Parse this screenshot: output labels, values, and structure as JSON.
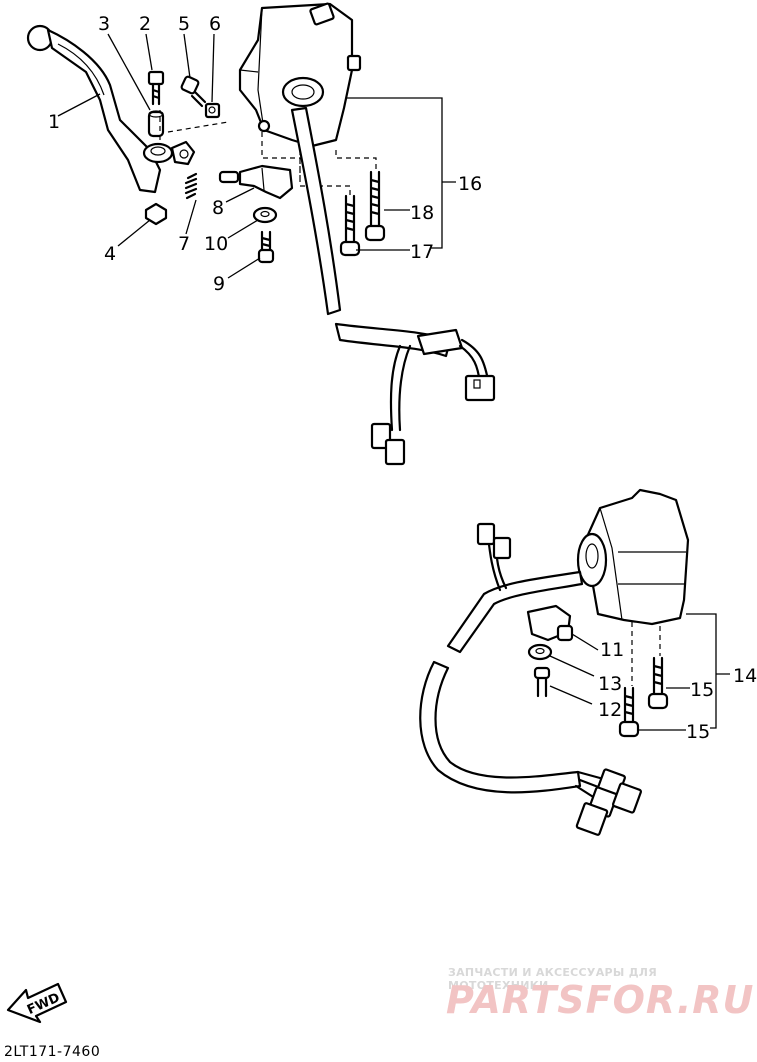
{
  "callouts": [
    "1",
    "2",
    "3",
    "4",
    "5",
    "6",
    "7",
    "8",
    "9",
    "10",
    "11",
    "12",
    "13",
    "14",
    "15",
    "15",
    "16",
    "17",
    "18"
  ],
  "fwd_label": "FWD",
  "diagram_code": "2LT171-7460",
  "watermark": {
    "tagline": "ЗАПЧАСТИ И АКСЕССУАРЫ ДЛЯ МОТОТЕХНИКИ",
    "logo": "PARTSFOR.RU"
  }
}
